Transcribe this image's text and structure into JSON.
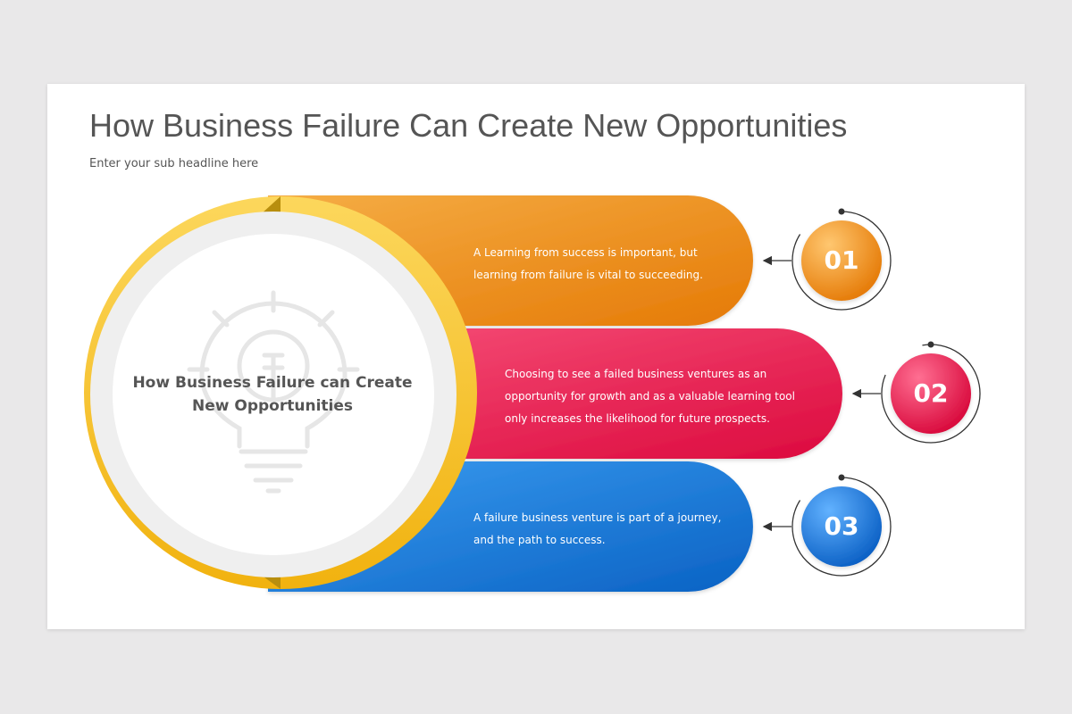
{
  "title": "How Business Failure Can Create New Opportunities",
  "subtitle": "Enter your sub headline here",
  "center": {
    "text": "How Business Failure can Create New Opportunities",
    "icon": "lightbulb-icon"
  },
  "items": [
    {
      "number": "01",
      "text": "A Learning from success is important, but learning from failure is vital to succeeding.",
      "color": "#f08c1e"
    },
    {
      "number": "02",
      "text": "Choosing to see a failed business ventures as an opportunity for growth and as a valuable learning tool only increases the likelihood for future prospects.",
      "color": "#e8184f"
    },
    {
      "number": "03",
      "text": "A failure business venture is part of a journey, and the path to success.",
      "color": "#1478d8"
    }
  ],
  "colors": {
    "accent_ring": "#f5c327",
    "ring_gray": "#efefef",
    "text_gray": "#555555"
  }
}
